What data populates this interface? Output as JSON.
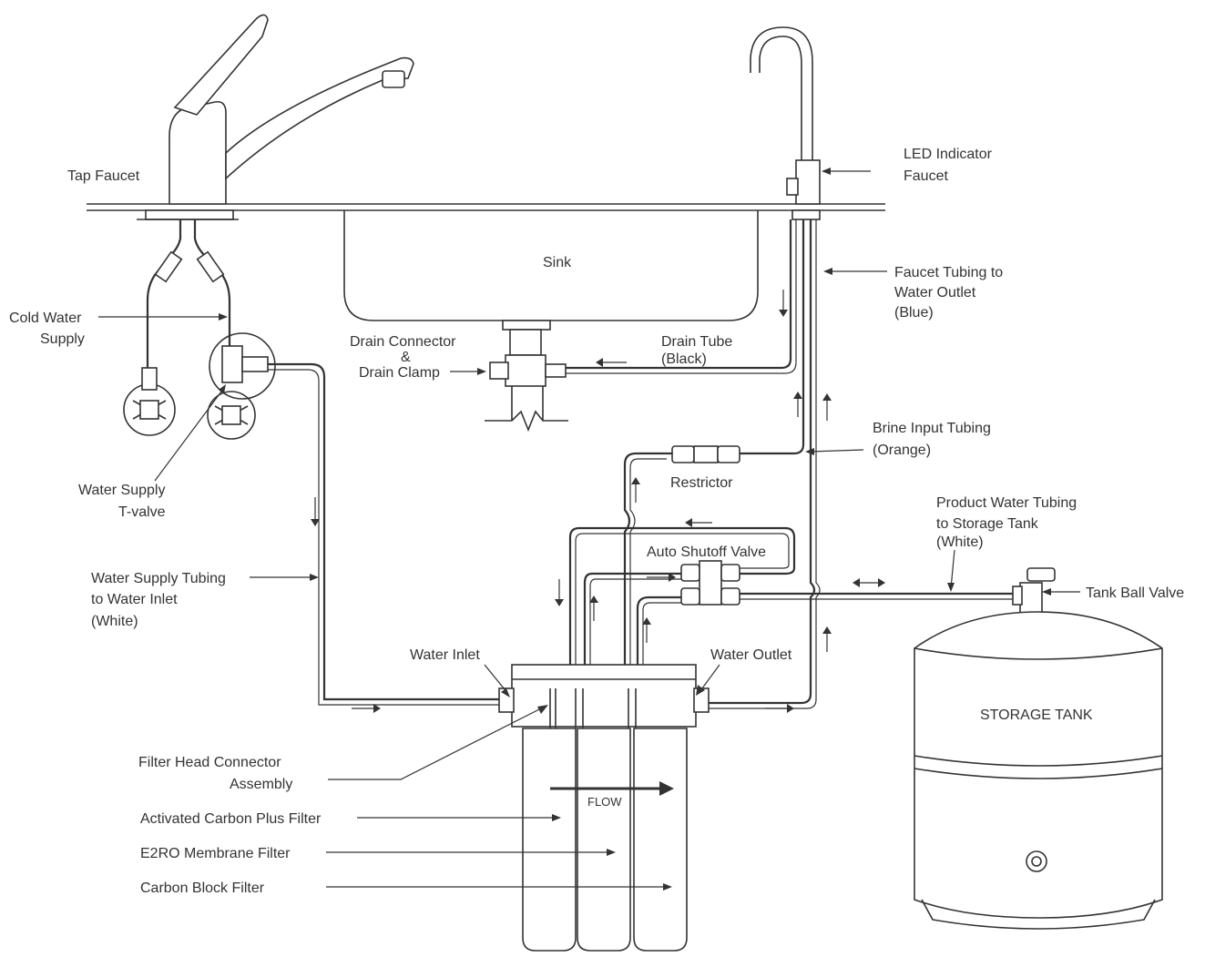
{
  "labels": {
    "tap_faucet": "Tap Faucet",
    "led_faucet_line1": "LED Indicator",
    "led_faucet_line2": "Faucet",
    "sink": "Sink",
    "faucet_tubing_line1": "Faucet Tubing to",
    "faucet_tubing_line2": "Water Outlet",
    "faucet_tubing_line3": "(Blue)",
    "cold_water_line1": "Cold Water",
    "cold_water_line2": "Supply",
    "drain_connector_line1": "Drain Connector",
    "drain_connector_amp": "&",
    "drain_connector_line2": "Drain Clamp",
    "drain_tube_line1": "Drain Tube",
    "drain_tube_line2": "(Black)",
    "brine_line1": "Brine Input Tubing",
    "brine_line2": "(Orange)",
    "restrictor": "Restrictor",
    "tvalve_line1": "Water Supply",
    "tvalve_line2": "T-valve",
    "product_line1": "Product Water Tubing",
    "product_line2": "to Storage Tank",
    "product_line3": "(White)",
    "auto_shutoff": "Auto Shutoff Valve",
    "tank_ball_valve": "Tank Ball Valve",
    "supply_tubing_line1": "Water Supply Tubing",
    "supply_tubing_line2": "to Water Inlet",
    "supply_tubing_line3": "(White)",
    "water_inlet": "Water Inlet",
    "water_outlet": "Water Outlet",
    "storage_tank": "STORAGE TANK",
    "filter_head_line1": "Filter Head Connector",
    "filter_head_line2": "Assembly",
    "flow": "FLOW",
    "carbon_plus": "Activated Carbon Plus Filter",
    "membrane": "E2RO Membrane Filter",
    "carbon_block": "Carbon Block  Filter"
  }
}
